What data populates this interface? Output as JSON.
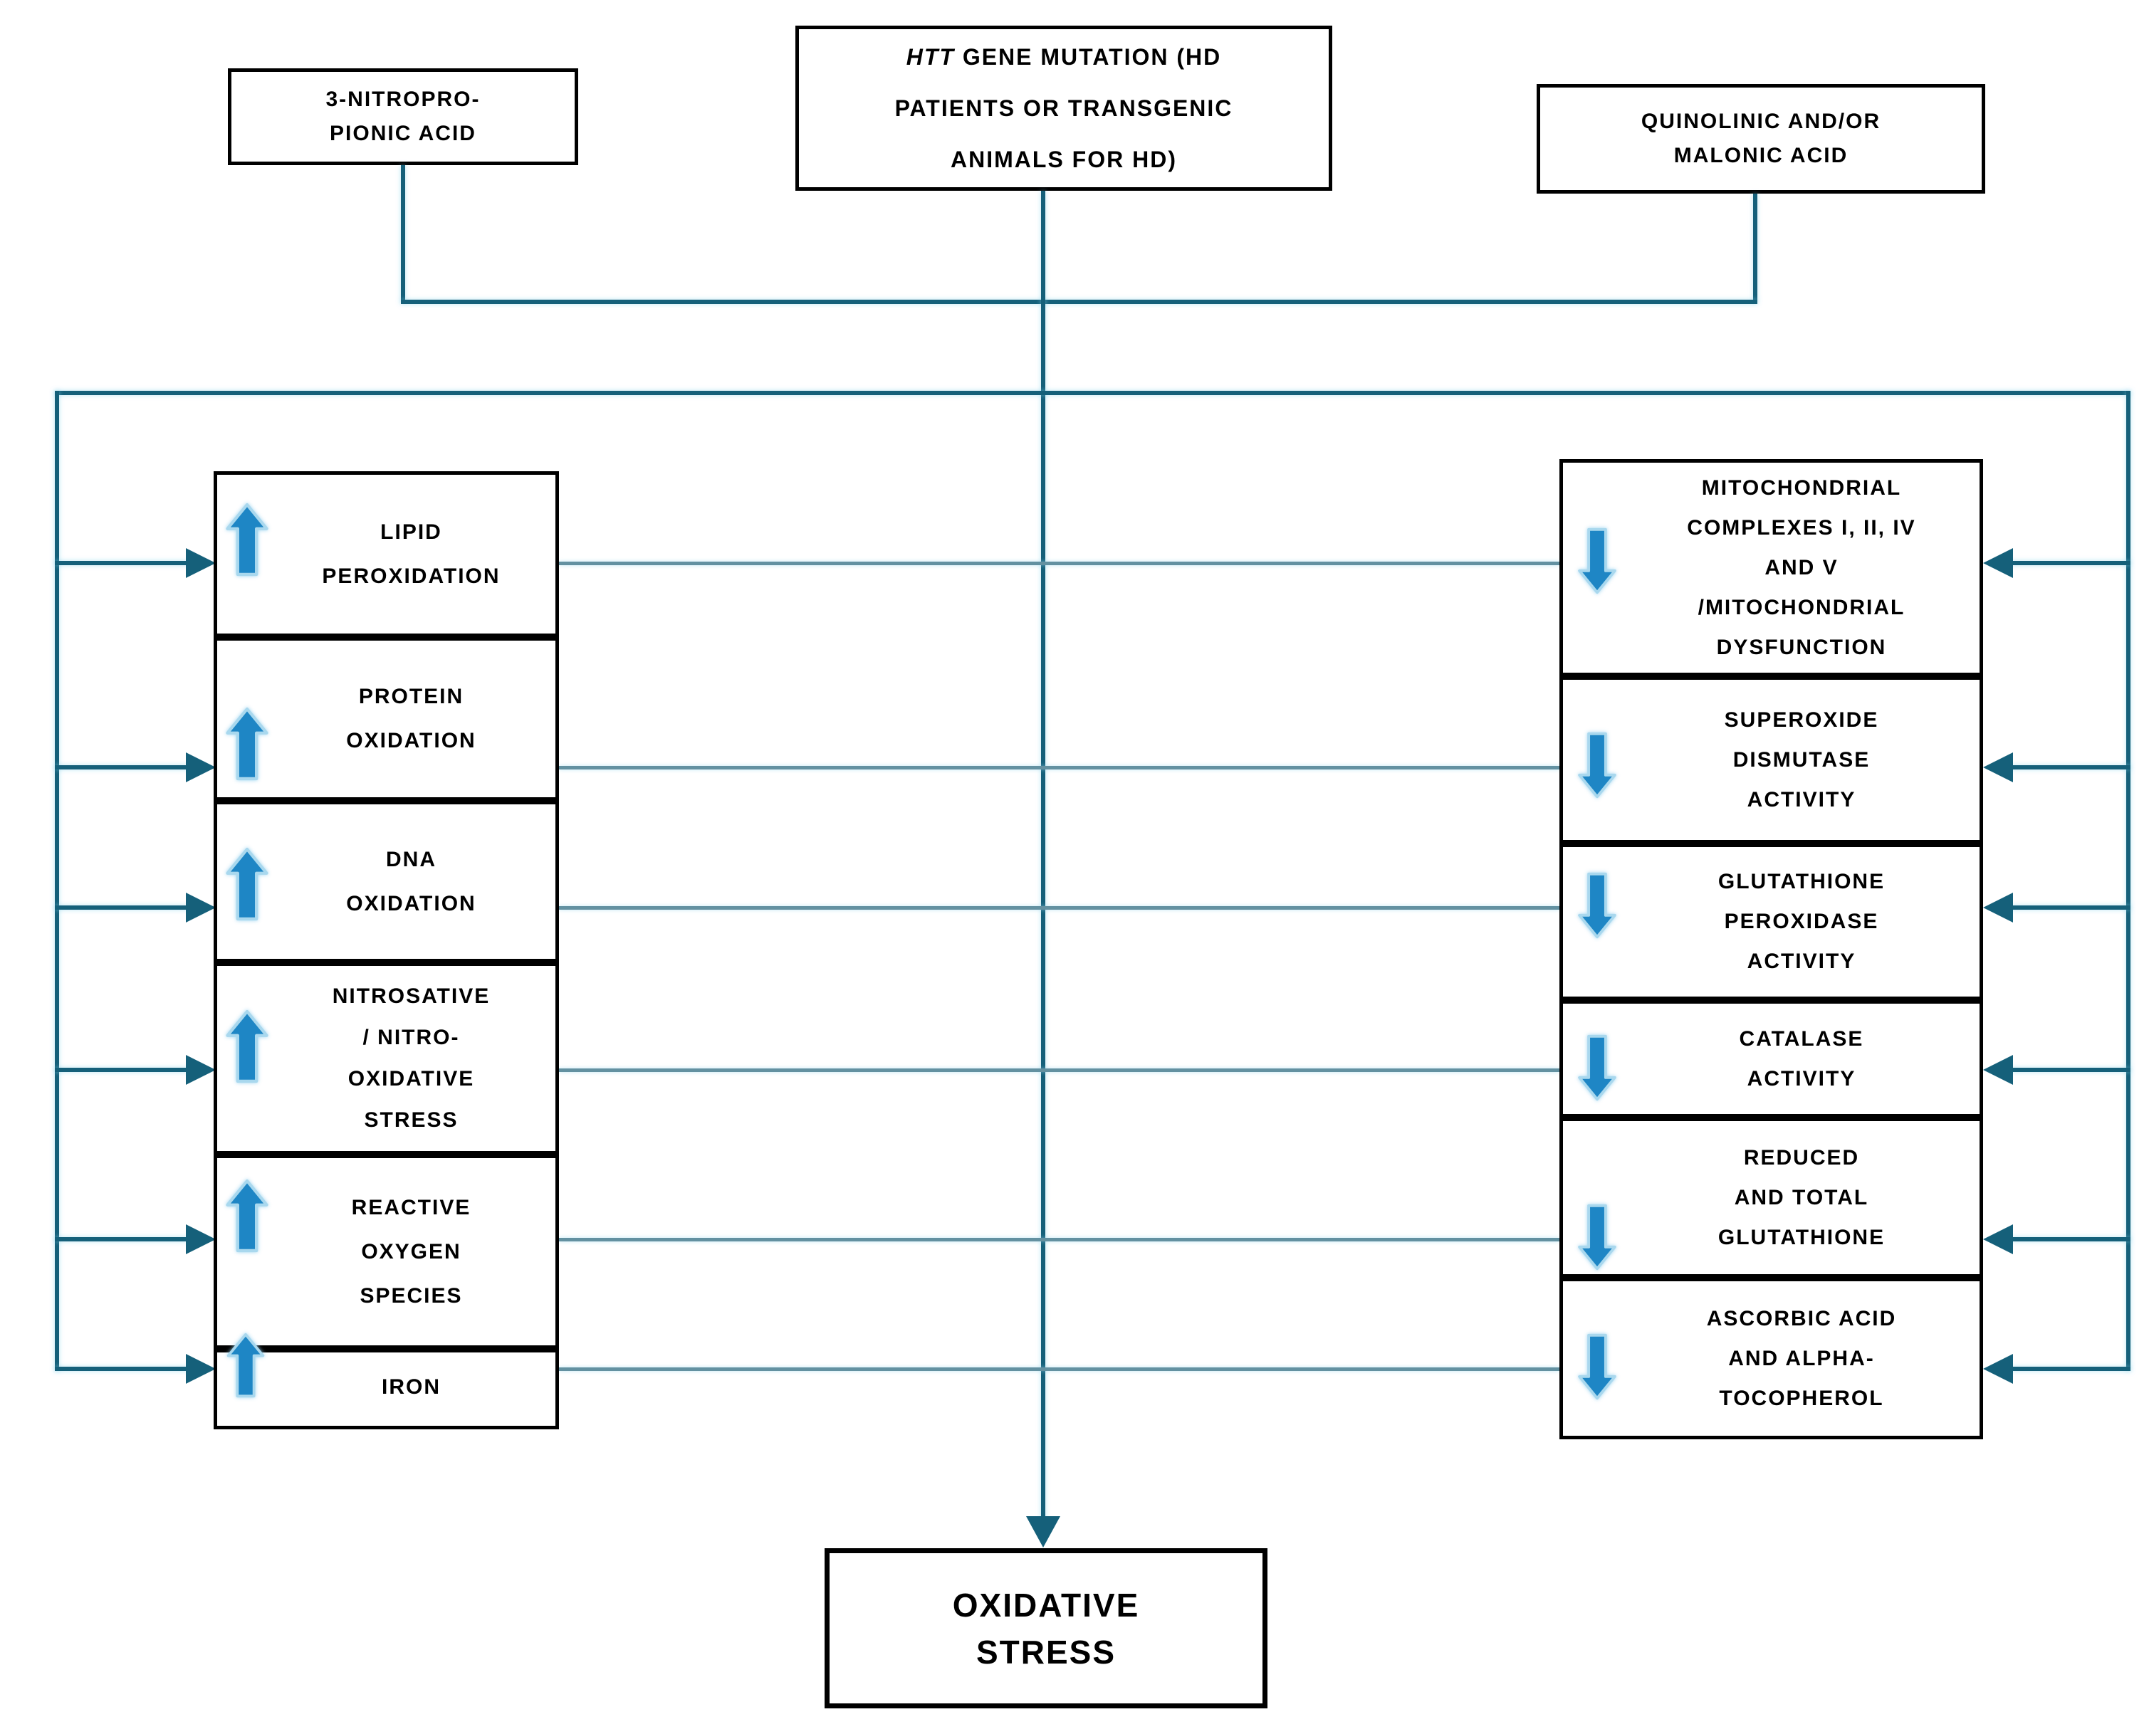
{
  "title": "Oxidative stress pathway diagram in Huntington's disease models",
  "colors": {
    "line_dark": "#15607a",
    "line_light": "#6391a1",
    "arrow_blue": "#1e86c5",
    "arrow_glow": "#a9d8ee",
    "box_border": "#000000",
    "background": "#ffffff",
    "text": "#000000"
  },
  "top_boxes": {
    "nitropropionic": {
      "lines": [
        "3-NITROPRO-",
        "PIONIC ACID"
      ]
    },
    "htt": {
      "italic_prefix": "HTT",
      "line1_rest": " GENE MUTATION (HD",
      "line2": "PATIENTS OR TRANSGENIC",
      "line3": "ANIMALS FOR HD)"
    },
    "quinolinic": {
      "lines": [
        "QUINOLINIC AND/OR",
        "MALONIC ACID"
      ]
    }
  },
  "left_column": [
    {
      "id": "lipid-peroxidation",
      "direction": "increase",
      "lines": [
        "LIPID",
        "PEROXIDATION"
      ]
    },
    {
      "id": "protein-oxidation",
      "direction": "increase",
      "lines": [
        "PROTEIN",
        "OXIDATION"
      ]
    },
    {
      "id": "dna-oxidation",
      "direction": "increase",
      "lines": [
        "DNA",
        "OXIDATION"
      ]
    },
    {
      "id": "nitrosative-stress",
      "direction": "increase",
      "lines": [
        "NITROSATIVE",
        "/ NITRO-",
        "OXIDATIVE",
        "STRESS"
      ]
    },
    {
      "id": "reactive-oxygen-species",
      "direction": "increase",
      "lines": [
        "REACTIVE",
        "OXYGEN",
        "SPECIES"
      ]
    },
    {
      "id": "iron",
      "direction": "increase",
      "lines": [
        "IRON"
      ]
    }
  ],
  "right_column": [
    {
      "id": "mitochondrial-complexes",
      "direction": "decrease",
      "lines": [
        "MITOCHONDRIAL",
        "COMPLEXES I, II, IV",
        "AND V",
        "/MITOCHONDRIAL",
        "DYSFUNCTION"
      ]
    },
    {
      "id": "superoxide-dismutase",
      "direction": "decrease",
      "lines": [
        "SUPEROXIDE",
        "DISMUTASE",
        "ACTIVITY"
      ]
    },
    {
      "id": "glutathione-peroxidase",
      "direction": "decrease",
      "lines": [
        "GLUTATHIONE",
        "PEROXIDASE",
        "ACTIVITY"
      ]
    },
    {
      "id": "catalase",
      "direction": "decrease",
      "lines": [
        "CATALASE",
        "ACTIVITY"
      ]
    },
    {
      "id": "reduced-total-glutathione",
      "direction": "decrease",
      "lines": [
        "REDUCED",
        "AND TOTAL",
        "GLUTATHIONE"
      ]
    },
    {
      "id": "ascorbic-tocopherol",
      "direction": "decrease",
      "lines": [
        "ASCORBIC ACID",
        "AND ALPHA-",
        "TOCOPHEROL"
      ]
    }
  ],
  "bottom_box": {
    "lines": [
      "OXIDATIVE",
      "STRESS"
    ]
  }
}
